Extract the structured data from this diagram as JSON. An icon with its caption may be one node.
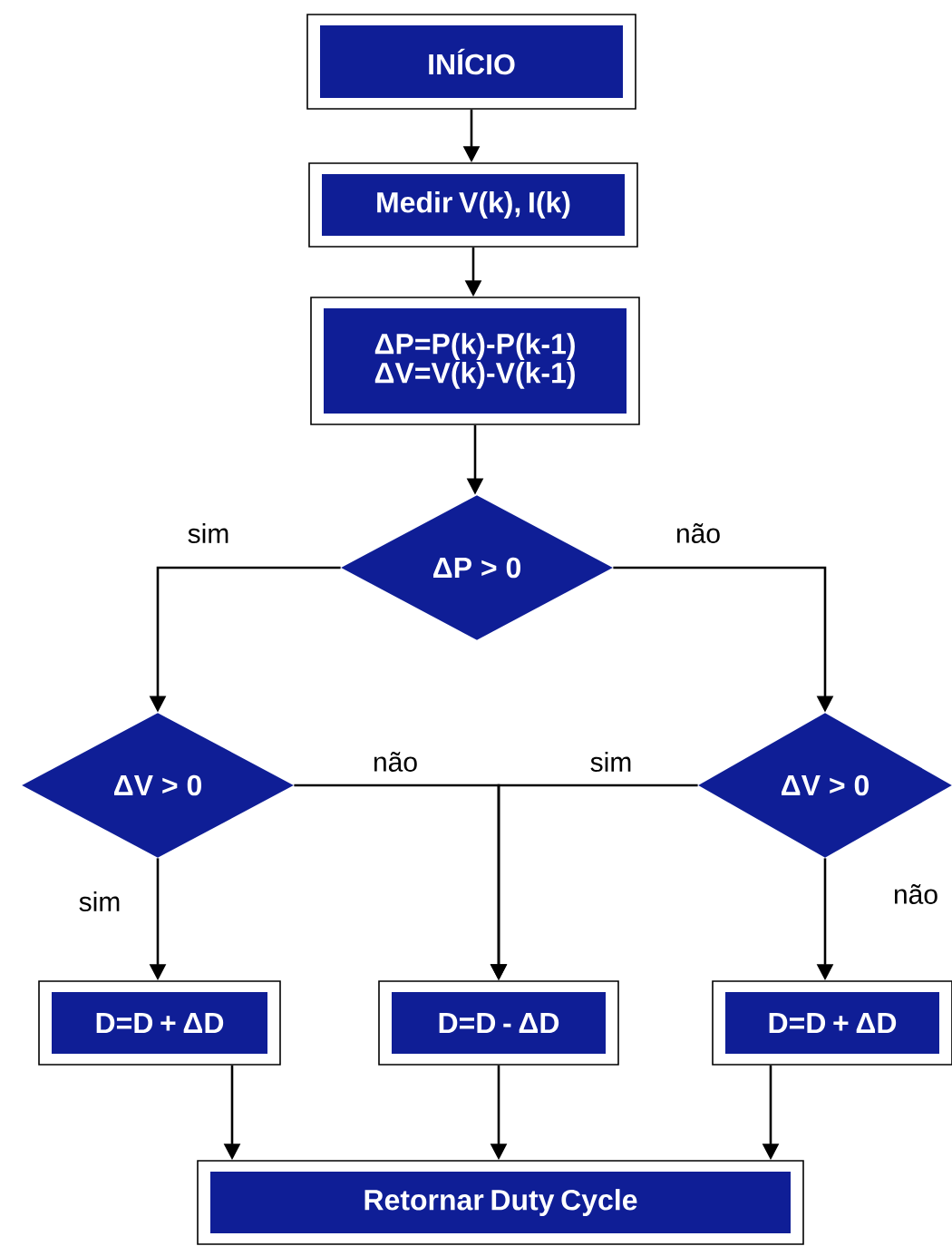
{
  "diagram": {
    "nodes": [
      {
        "text": [
          "INÍCIO"
        ]
      },
      {
        "text": [
          "Medir V(k), I(k)"
        ]
      },
      {
        "text": [
          "ΔP=P(k)-P(k-1) ΔV=V(k)-V(k-1)"
        ]
      },
      {
        "text": [
          "ΔP > 0"
        ]
      },
      {
        "text": [
          "ΔV > 0"
        ]
      },
      {
        "text": [
          "ΔV > 0"
        ]
      },
      {
        "text": [
          "D=D + ΔD"
        ]
      },
      {
        "text": [
          "D=D - ΔD"
        ]
      },
      {
        "text": [
          "D=D + ΔD"
        ]
      },
      {
        "text": [
          "Retornar Duty Cycle"
        ]
      }
    ],
    "edges": [
      {
        "from": 0,
        "to": 1,
        "arrow": "to"
      },
      {
        "from": 1,
        "to": 2,
        "arrow": "to"
      },
      {
        "from": 2,
        "to": 3,
        "arrow": "to"
      },
      {
        "from": 3,
        "to": 4,
        "arrow": "to",
        "label": "sim"
      },
      {
        "from": 3,
        "to": 5,
        "arrow": "to",
        "label": "não"
      },
      {
        "from": 4,
        "to": 6,
        "arrow": "to",
        "label": "sim"
      },
      {
        "from": 4,
        "to": 7,
        "arrow": "to",
        "label": "não"
      },
      {
        "from": 5,
        "to": 7,
        "arrow": "to",
        "label": "sim"
      },
      {
        "from": 5,
        "to": 8,
        "arrow": "to",
        "label": "não"
      },
      {
        "from": 6,
        "to": 9,
        "arrow": "to"
      },
      {
        "from": 7,
        "to": 9,
        "arrow": "to"
      },
      {
        "from": 8,
        "to": 9,
        "arrow": "to"
      }
    ]
  }
}
